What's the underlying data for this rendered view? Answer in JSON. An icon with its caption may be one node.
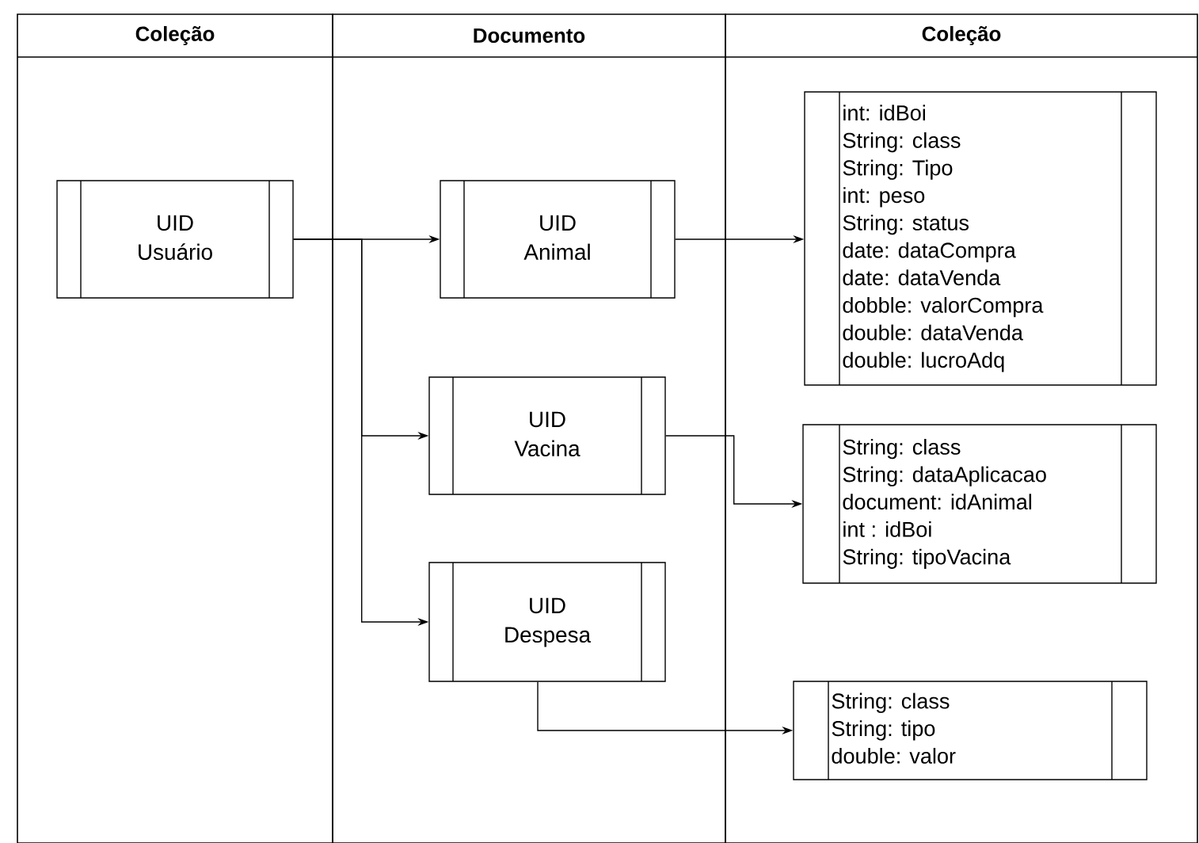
{
  "diagram": {
    "nodes": [
      {
        "text": [
          "Coleção"
        ]
      },
      {
        "text": [
          "Documento"
        ]
      },
      {
        "text": [
          "Coleção"
        ]
      },
      {
        "text": [
          "UID",
          "Usuário"
        ],
        "in": 0
      },
      {
        "text": [
          "UID",
          "Animal"
        ],
        "in": 1
      },
      {
        "text": [
          "UID",
          "Vacina"
        ],
        "in": 1
      },
      {
        "text": [
          "UID",
          "Despesa"
        ],
        "in": 1
      },
      {
        "text": [
          "int: idBoi",
          "String: class",
          "String: Tipo",
          "int: peso",
          "String: status",
          "date: dataCompra",
          "date: dataVenda",
          "dobble: valorCompra",
          "double: dataVenda",
          "double: lucroAdq"
        ],
        "in": 2
      },
      {
        "text": [
          "String: class",
          "String: dataAplicacao",
          "document: idAnimal",
          "int : idBoi",
          "String: tipoVacina"
        ],
        "in": 2
      },
      {
        "text": [
          "String: class",
          "String: tipo",
          "double: valor"
        ],
        "in": 2
      }
    ],
    "edges": [
      {
        "from": 3,
        "to": 4,
        "arrow": "to"
      },
      {
        "from": 3,
        "to": 5,
        "arrow": "to"
      },
      {
        "from": 3,
        "to": 6,
        "arrow": "to"
      },
      {
        "from": 4,
        "to": 7,
        "arrow": "to"
      },
      {
        "from": 5,
        "to": 8,
        "arrow": "to"
      },
      {
        "from": 6,
        "to": 9,
        "arrow": "to"
      }
    ]
  }
}
